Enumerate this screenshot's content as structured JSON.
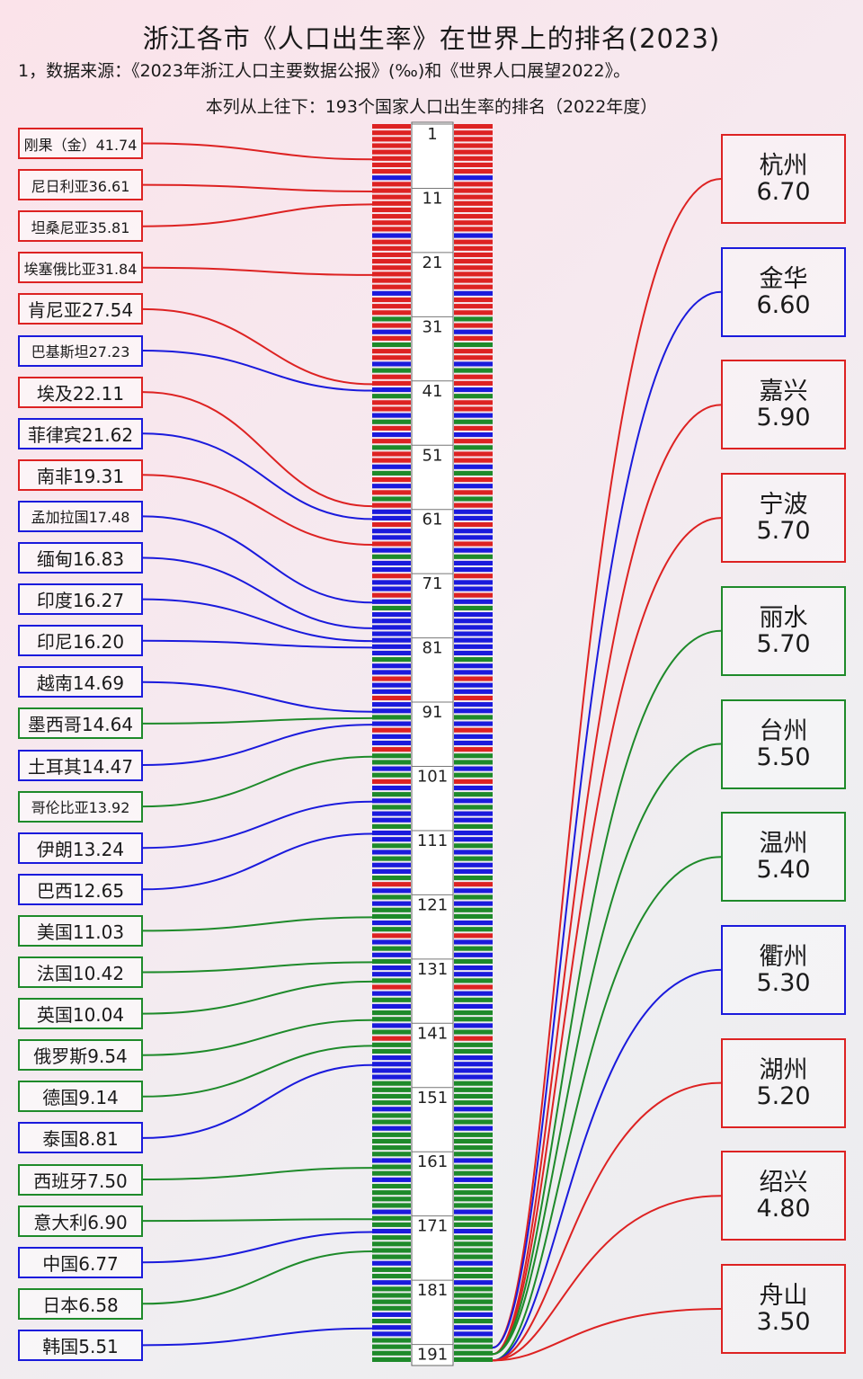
{
  "title": "浙江各市《人口出生率》在世界上的排名(2023)",
  "note": "1，数据来源：《2023年浙江人口主要数据公报》(‰)和《世界人口展望2022》。",
  "column_note": "本列从上往下：193个国家人口出生率的排名（2022年度）",
  "colors": {
    "red": "#dd2222",
    "blue": "#1a1adc",
    "green": "#1e8a2a"
  },
  "chart_data": {
    "type": "rank-column",
    "total_ranks": 193,
    "rank_ticks": [
      1,
      11,
      21,
      31,
      41,
      51,
      61,
      71,
      81,
      91,
      101,
      111,
      121,
      131,
      141,
      151,
      161,
      171,
      181,
      191
    ],
    "countries": [
      {
        "name": "刚果（金）",
        "value": "41.74",
        "color": "red",
        "rank": 6
      },
      {
        "name": "尼日利亚",
        "value": "36.61",
        "color": "red",
        "rank": 11
      },
      {
        "name": "坦桑尼亚",
        "value": "35.81",
        "color": "red",
        "rank": 13
      },
      {
        "name": "埃塞俄比亚",
        "value": "31.84",
        "color": "red",
        "rank": 24
      },
      {
        "name": "肯尼亚",
        "value": "27.54",
        "color": "red",
        "rank": 41
      },
      {
        "name": "巴基斯坦",
        "value": "27.23",
        "color": "blue",
        "rank": 42
      },
      {
        "name": "埃及",
        "value": "22.11",
        "color": "red",
        "rank": 60
      },
      {
        "name": "菲律宾",
        "value": "21.62",
        "color": "blue",
        "rank": 62
      },
      {
        "name": "南非",
        "value": "19.31",
        "color": "red",
        "rank": 66
      },
      {
        "name": "孟加拉国",
        "value": "17.48",
        "color": "blue",
        "rank": 75
      },
      {
        "name": "缅甸",
        "value": "16.83",
        "color": "blue",
        "rank": 79
      },
      {
        "name": "印度",
        "value": "16.27",
        "color": "blue",
        "rank": 81
      },
      {
        "name": "印尼",
        "value": "16.20",
        "color": "blue",
        "rank": 82
      },
      {
        "name": "越南",
        "value": "14.69",
        "color": "blue",
        "rank": 92
      },
      {
        "name": "墨西哥",
        "value": "14.64",
        "color": "green",
        "rank": 93
      },
      {
        "name": "土耳其",
        "value": "14.47",
        "color": "blue",
        "rank": 94
      },
      {
        "name": "哥伦比亚",
        "value": "13.92",
        "color": "green",
        "rank": 99
      },
      {
        "name": "伊朗",
        "value": "13.24",
        "color": "blue",
        "rank": 106
      },
      {
        "name": "巴西",
        "value": "12.65",
        "color": "blue",
        "rank": 111
      },
      {
        "name": "美国",
        "value": "11.03",
        "color": "green",
        "rank": 124
      },
      {
        "name": "法国",
        "value": "10.42",
        "color": "green",
        "rank": 131
      },
      {
        "name": "英国",
        "value": "10.04",
        "color": "green",
        "rank": 134
      },
      {
        "name": "俄罗斯",
        "value": "9.54",
        "color": "green",
        "rank": 140
      },
      {
        "name": "德国",
        "value": "9.14",
        "color": "green",
        "rank": 144
      },
      {
        "name": "泰国",
        "value": "8.81",
        "color": "blue",
        "rank": 147
      },
      {
        "name": "西班牙",
        "value": "7.50",
        "color": "green",
        "rank": 163
      },
      {
        "name": "意大利",
        "value": "6.90",
        "color": "green",
        "rank": 171
      },
      {
        "name": "中国",
        "value": "6.77",
        "color": "blue",
        "rank": 173
      },
      {
        "name": "日本",
        "value": "6.58",
        "color": "green",
        "rank": 176
      },
      {
        "name": "韩国",
        "value": "5.51",
        "color": "blue",
        "rank": 188
      }
    ],
    "cities": [
      {
        "name": "杭州",
        "value": "6.70",
        "color": "red",
        "rank": 191
      },
      {
        "name": "金华",
        "value": "6.60",
        "color": "blue",
        "rank": 191
      },
      {
        "name": "嘉兴",
        "value": "5.90",
        "color": "red",
        "rank": 192
      },
      {
        "name": "宁波",
        "value": "5.70",
        "color": "red",
        "rank": 192
      },
      {
        "name": "丽水",
        "value": "5.70",
        "color": "green",
        "rank": 192
      },
      {
        "name": "台州",
        "value": "5.50",
        "color": "green",
        "rank": 192
      },
      {
        "name": "温州",
        "value": "5.40",
        "color": "green",
        "rank": 193
      },
      {
        "name": "衢州",
        "value": "5.30",
        "color": "blue",
        "rank": 193
      },
      {
        "name": "湖州",
        "value": "5.20",
        "color": "red",
        "rank": 193
      },
      {
        "name": "绍兴",
        "value": "4.80",
        "color": "red",
        "rank": 193
      },
      {
        "name": "舟山",
        "value": "3.50",
        "color": "red",
        "rank": 193
      }
    ]
  }
}
